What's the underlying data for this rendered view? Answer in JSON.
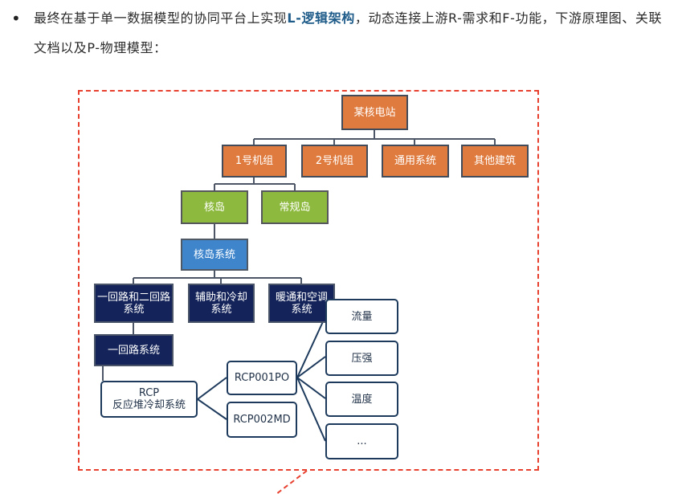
{
  "paragraph": {
    "pre": "最终在基于单一数据模型的协同平台上实现",
    "highlight": "L-逻辑架构",
    "post": "，动态连接上游R-需求和F-功能，下游原理图、关联文档以及P-物理模型："
  },
  "diagram": {
    "root": "某核电站",
    "units": [
      "1号机组",
      "2号机组",
      "通用系统",
      "其他建筑"
    ],
    "islands": [
      "核岛",
      "常规岛"
    ],
    "system": "核岛系统",
    "subsystems": [
      "一回路和二回路\n系统",
      "辅助和冷却\n系统",
      "暖通和空调\n系统"
    ],
    "loop": "一回路系统",
    "rcp": "RCP\n反应堆冷却系统",
    "rcp_items": [
      "RCP001PO",
      "RCP002MD"
    ],
    "params": [
      "流量",
      "压强",
      "温度",
      "..."
    ]
  },
  "colors": {
    "accent_text": "#1f5c8a",
    "frame_dash": "#e8402f",
    "orange": "#df7b3e",
    "green": "#8dba3e",
    "blue": "#3e85cc",
    "navy": "#14245a"
  }
}
